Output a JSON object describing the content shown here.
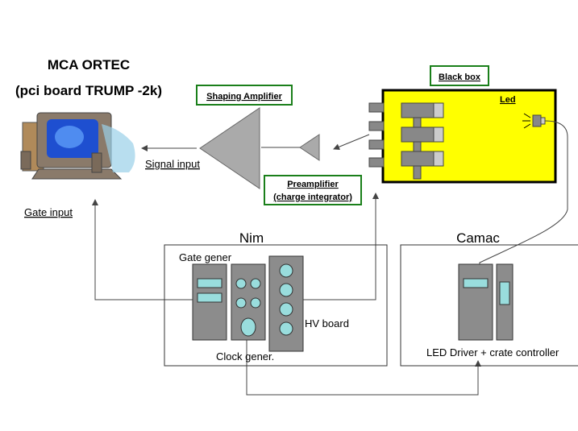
{
  "mca": {
    "title": "MCA ORTEC",
    "subtitle": "(pci board TRUMP -2k)"
  },
  "labels": {
    "signal_input": "Signal input",
    "gate_input": "Gate input",
    "shaping_amplifier": "Shaping Amplifier",
    "preamplifier_line1": "Preamplifier",
    "preamplifier_line2": "(charge integrator)",
    "black_box": "Black box",
    "led": "Led",
    "nim": "Nim",
    "camac": "Camac",
    "gate_gener": "Gate gener",
    "clock_gener": "Clock gener.",
    "hv_board": "HV board",
    "led_driver": "LED Driver + crate controller"
  },
  "colors": {
    "black_box_fill": "#ffff00",
    "label_border": "#1a7f1a",
    "module_fill": "#8c8c8c",
    "display_fill": "#99dddd",
    "amp_fill": "#aaaaaa"
  }
}
